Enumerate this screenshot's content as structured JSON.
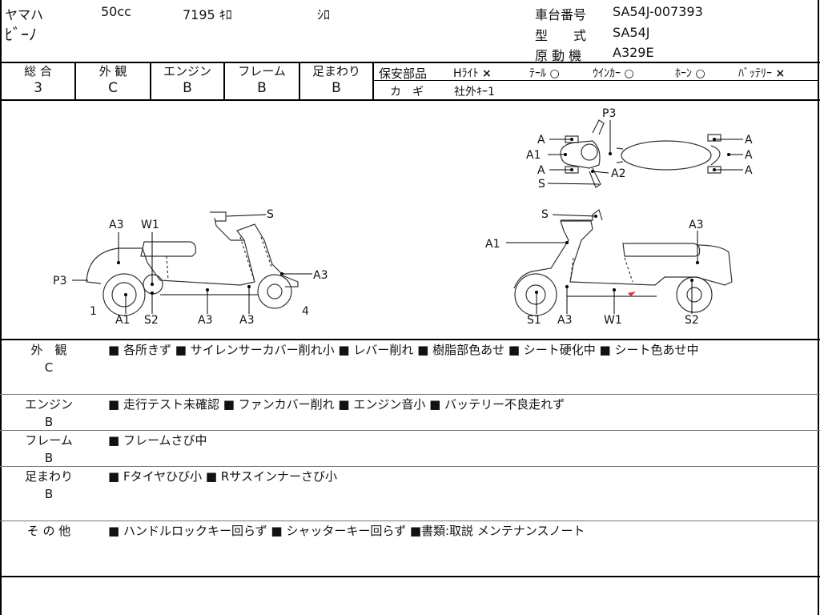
{
  "header": {
    "maker": "ヤマハ",
    "displacement": "50cc",
    "mileage": "7195 ｷﾛ",
    "color": "ｼﾛ",
    "model_name": "ﾋﾞｰﾉ",
    "frame_no_label": "車台番号",
    "frame_no": "SA54J-007393",
    "type_label": "型　　式",
    "type_value": "SA54J",
    "engine_label": "原 動 機",
    "engine_value": "A329E"
  },
  "grades": [
    {
      "label": "総 合",
      "value": "3"
    },
    {
      "label": "外 観",
      "value": "C"
    },
    {
      "label": "エンジン",
      "value": "B"
    },
    {
      "label": "フレーム",
      "value": "B"
    },
    {
      "label": "足まわり",
      "value": "B"
    }
  ],
  "safety": {
    "title": "保安部品",
    "items": [
      {
        "name": "Hﾗｲﾄ",
        "mark": "×"
      },
      {
        "name": "ﾃｰﾙ",
        "mark": "○"
      },
      {
        "name": "ｳｲﾝｶｰ",
        "mark": "○"
      },
      {
        "name": "ﾎｰﾝ",
        "mark": "○"
      },
      {
        "name": "ﾊﾞｯﾃﾘｰ",
        "mark": "×"
      }
    ],
    "key_label": "カ　ギ",
    "key_value": "社外ｷｰ1"
  },
  "diagram": {
    "left_labels": [
      "S",
      "A3",
      "W1",
      "P3",
      "A3",
      "1",
      "A1",
      "S2",
      "A3",
      "A3",
      "4"
    ],
    "right_labels": [
      "S",
      "A1",
      "A3",
      "S1",
      "A3",
      "W1",
      "S2"
    ],
    "top_labels": [
      "P3",
      "A",
      "A1",
      "A",
      "A2",
      "S",
      "A",
      "A",
      "A"
    ]
  },
  "remarks": [
    {
      "category": "外　観",
      "grade": "C",
      "text": "■ 各所きず ■ サイレンサーカバー削れ小 ■ レバー削れ ■ 樹脂部色あせ ■ シート硬化中 ■ シート色あせ中"
    },
    {
      "category": "エンジン",
      "grade": "B",
      "text": "■ 走行テスト未確認 ■ ファンカバー削れ ■ エンジン音小 ■ バッテリー不良走れず"
    },
    {
      "category": "フレーム",
      "grade": "B",
      "text": "■ フレームさび中"
    },
    {
      "category": "足まわり",
      "grade": "B",
      "text": "■ Fタイヤひび小 ■ Rサスインナーさび小"
    },
    {
      "category": "そ の 他",
      "grade": "",
      "text": "■ ハンドルロックキー回らず ■ シャッターキー回らず ■書類:取説 メンテナンスノート"
    }
  ]
}
